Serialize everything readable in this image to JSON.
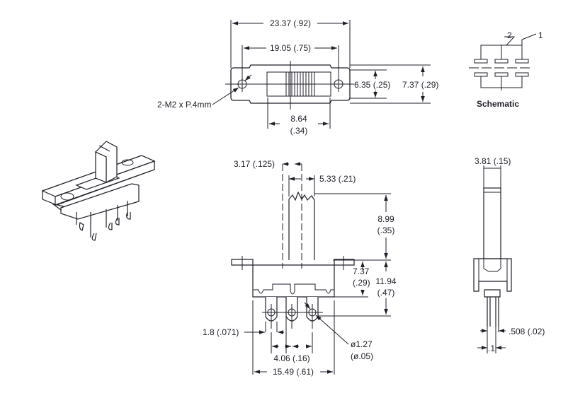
{
  "top_view": {
    "overall_width": "23.37 (.92)",
    "hole_spacing": "19.05 (.75)",
    "body_height": "6.35 (.25)",
    "overall_height": "7.37 (.29)",
    "actuator_width_mm": "8.64",
    "actuator_width_in": "(.34)",
    "mounting_holes": "2-M2 x P.4mm"
  },
  "schematic": {
    "title": "Schematic",
    "pin_2": "2",
    "pin_1": "1"
  },
  "front_view": {
    "offset": "3.17 (.125)",
    "actuator_width": "5.33 (.21)",
    "actuator_height_mm": "8.99",
    "actuator_height_in": "(.35)",
    "body_height_mm": "7.37",
    "body_height_in": "(.29)",
    "total_height_mm": "11.94",
    "total_height_in": "(.47)",
    "terminal_width": "1.8 (.071)",
    "hole_dia_mm": "ø1.27",
    "hole_dia_in": "(ø.05)",
    "terminal_pitch": "4.06 (.16)",
    "body_width": "15.49 (.61)"
  },
  "side_view": {
    "actuator_thickness": "3.81 (.15)",
    "terminal_thickness": ".508 (.02)",
    "terminal_gap": ".1"
  }
}
